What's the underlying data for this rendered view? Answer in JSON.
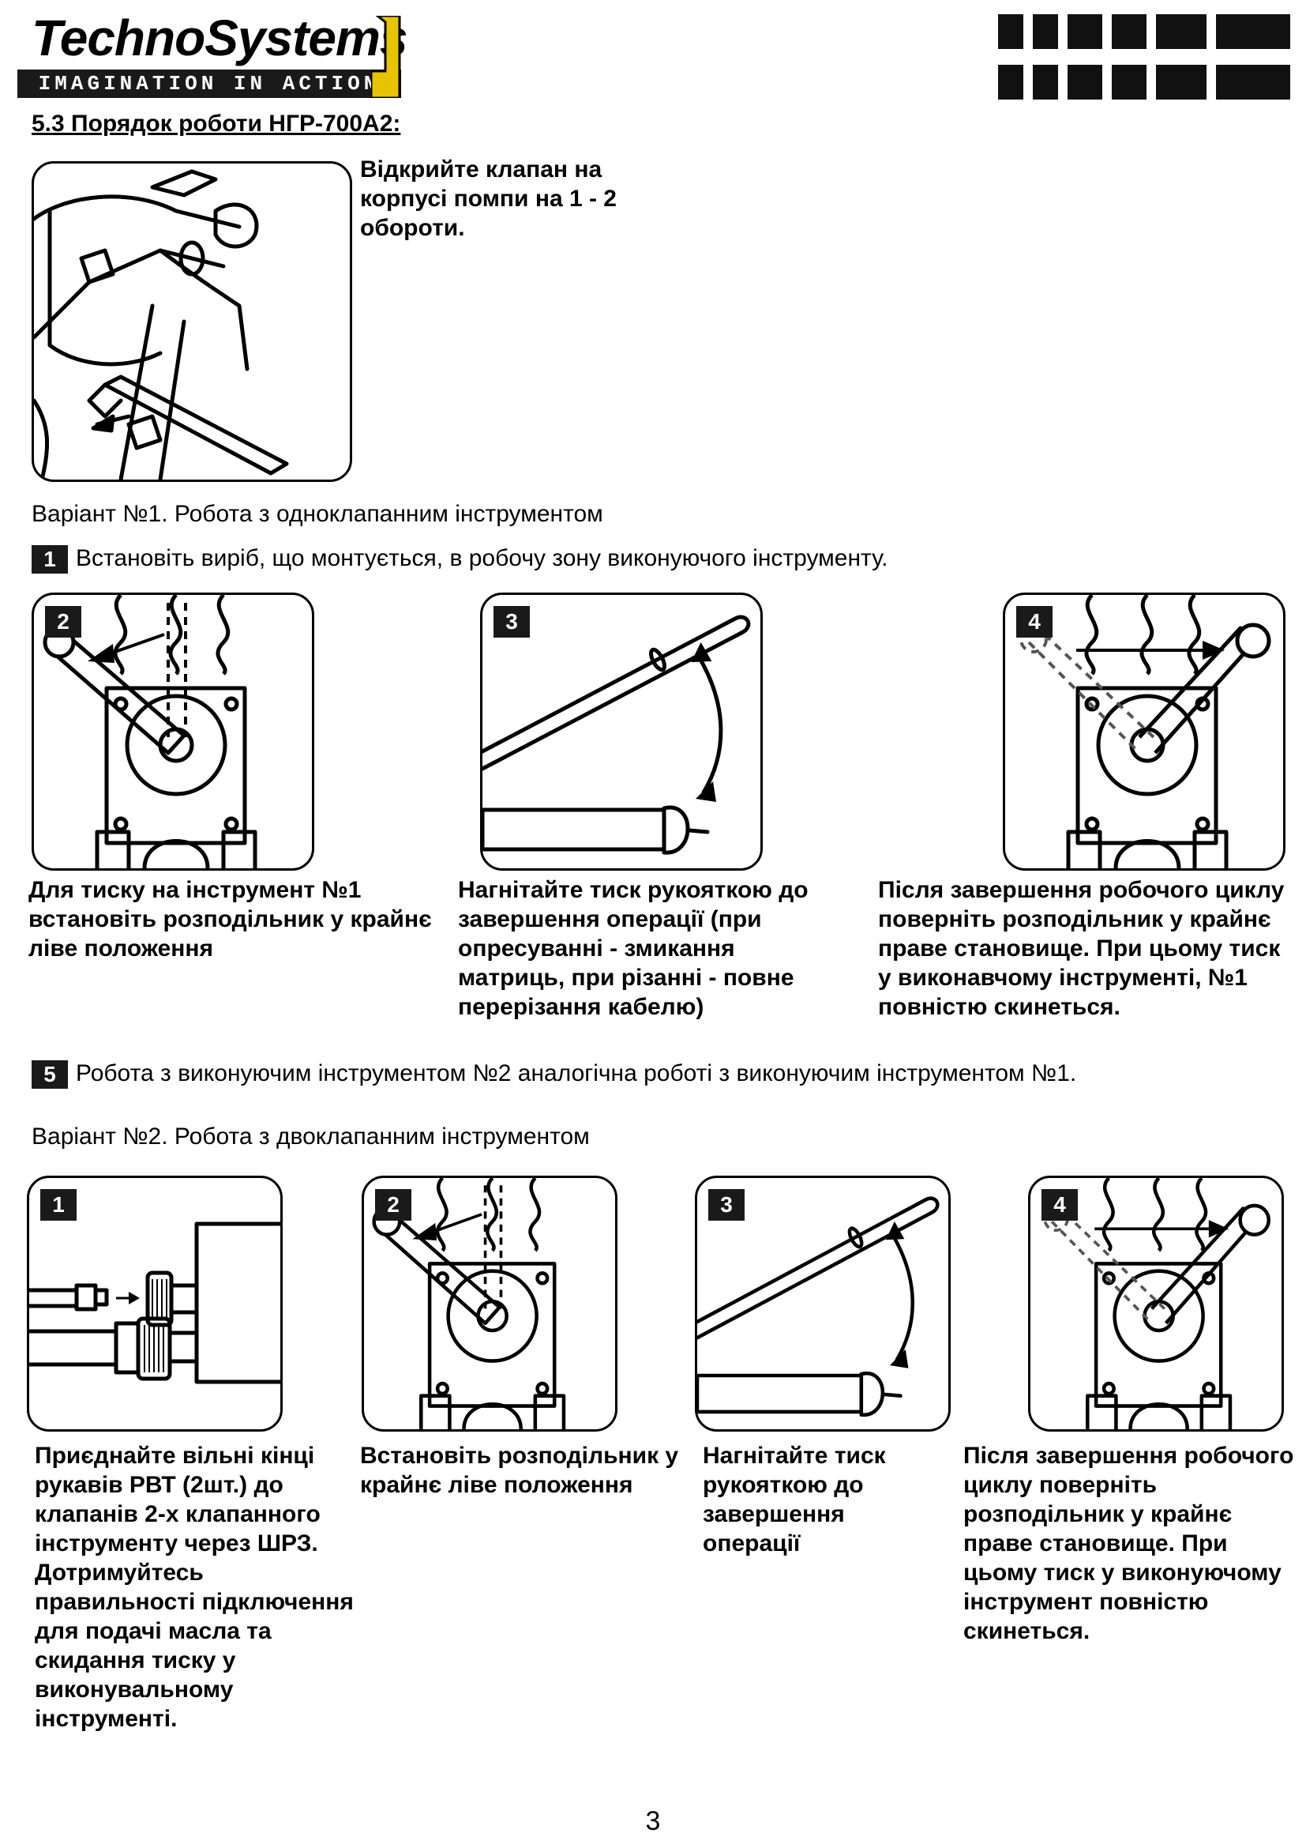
{
  "header": {
    "logo_wordmark": "TechnoSystems",
    "logo_tagline": "IMAGINATION IN ACTION"
  },
  "section_title": "5.3 Порядок роботи НГР-700А2:",
  "intro_step": {
    "text": "Відкрийте клапан на корпусі помпи на 1 - 2 обороти."
  },
  "variant1": {
    "title": "Варіант №1. Робота з одноклапанним інструментом",
    "step1": {
      "number": "1",
      "text": "Встановіть виріб, що монтується, в робочу зону виконуючого інструменту."
    },
    "panels": [
      {
        "number": "2",
        "caption": "Для тиску на інструмент №1 встановіть розподільник у крайнє ліве положення"
      },
      {
        "number": "3",
        "caption": "Нагнітайте тиск рукояткою до завершення операції (при опресуванні - змикання матриць, при різанні - повне перерізання кабелю)"
      },
      {
        "number": "4",
        "caption": "Після завершення робочого циклу поверніть розподільник у крайнє праве становище. При цьому тиск у виконавчому інструменті, №1 повністю скинеться."
      }
    ],
    "step5": {
      "number": "5",
      "text": "Робота з виконуючим інструментом №2 аналогічна роботі з виконуючим інструментом №1."
    }
  },
  "variant2": {
    "title": "Варіант №2. Робота з двоклапанним інструментом",
    "panels": [
      {
        "number": "1",
        "caption": "Приєднайте вільні кінці рукавів РВТ (2шт.) до клапанів 2-х клапанного інструменту через ШРЗ. Дотримуйтесь правильності підключення для подачі масла та скидання тиску у виконувальному інструменті."
      },
      {
        "number": "2",
        "caption": "Встановіть розподільник у крайнє ліве положення"
      },
      {
        "number": "3",
        "caption": "Нагнітайте тиск рукояткою до завершення операції"
      },
      {
        "number": "4",
        "caption": "Після завершення робочого циклу поверніть розподільник у крайнє праве становище. При цьому тиск у виконуючому інструмент повністю скинеться."
      }
    ]
  },
  "page_number": "3"
}
